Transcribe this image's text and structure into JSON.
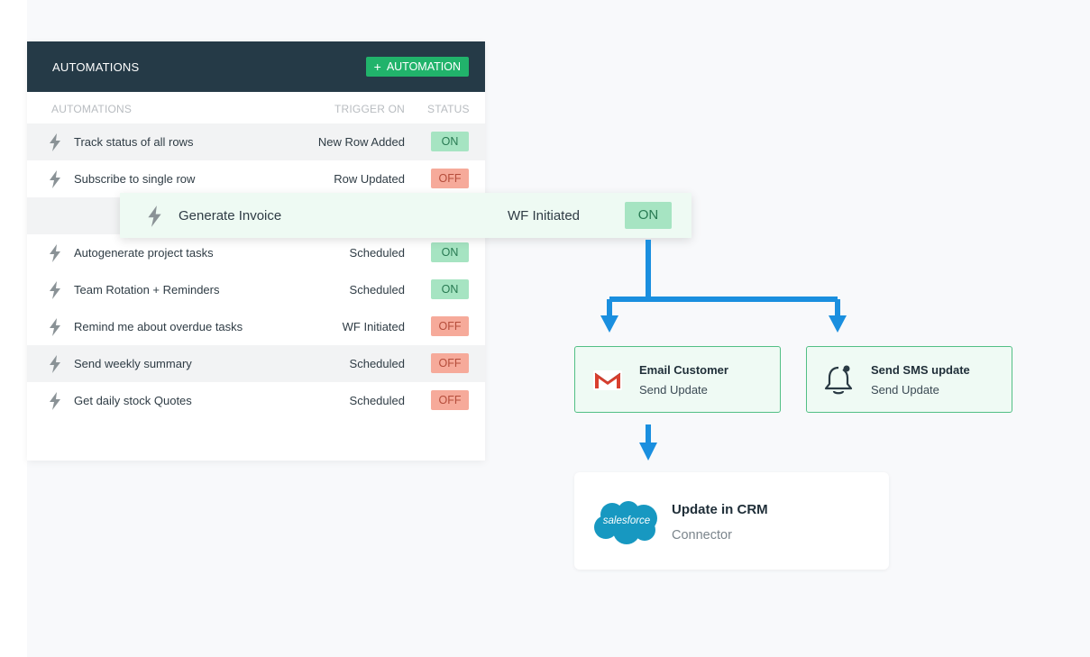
{
  "panel": {
    "title": "AUTOMATIONS",
    "add_button_label": "AUTOMATION",
    "columns": {
      "name": "AUTOMATIONS",
      "trigger": "TRIGGER ON",
      "status": "STATUS"
    },
    "rows": [
      {
        "name": "Track status of all rows",
        "trigger": "New Row Added",
        "status": "ON"
      },
      {
        "name": "Subscribe to single row",
        "trigger": "Row Updated",
        "status": "OFF"
      },
      {
        "name": "Generate Invoice",
        "trigger": "WF Initiated",
        "status": "ON"
      },
      {
        "name": "Autogenerate project tasks",
        "trigger": "Scheduled",
        "status": "ON"
      },
      {
        "name": "Team Rotation + Reminders",
        "trigger": "Scheduled",
        "status": "ON"
      },
      {
        "name": "Remind me about overdue tasks",
        "trigger": "WF Initiated",
        "status": "OFF"
      },
      {
        "name": "Send weekly summary",
        "trigger": "Scheduled",
        "status": "OFF"
      },
      {
        "name": "Get daily stock Quotes",
        "trigger": "Scheduled",
        "status": "OFF"
      }
    ]
  },
  "highlighted_row": {
    "name": "Generate Invoice",
    "trigger": "WF Initiated",
    "status": "ON"
  },
  "flow": {
    "email_card": {
      "title": "Email Customer",
      "subtitle": "Send Update",
      "icon": "gmail-icon"
    },
    "sms_card": {
      "title": "Send SMS update",
      "subtitle": "Send Update",
      "icon": "bell-icon"
    },
    "crm_card": {
      "title": "Update in CRM",
      "subtitle": "Connector",
      "icon": "salesforce-logo",
      "logo_text": "salesforce"
    }
  },
  "colors": {
    "header_bg": "#253a47",
    "accent_green": "#21b36b",
    "on_badge": "#a6e4c2",
    "off_badge": "#f6aa9a",
    "arrow_blue": "#1a8fdf",
    "salesforce_blue": "#1798c1"
  }
}
